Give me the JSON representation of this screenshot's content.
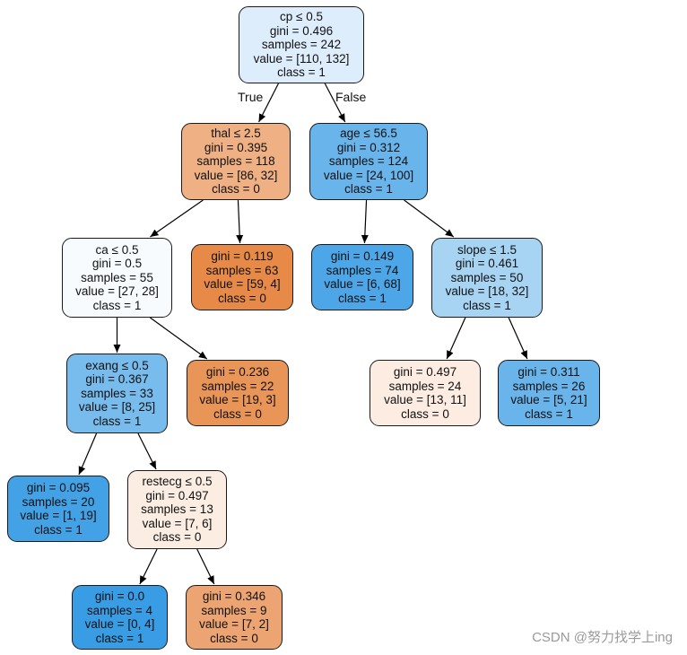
{
  "nodes": [
    {
      "id": "n0",
      "lines": [
        "cp ≤ 0.5",
        "gini = 0.496",
        "samples = 242",
        "value = [110, 132]",
        "class = 1"
      ],
      "fill": "#deedfb"
    },
    {
      "id": "n1",
      "lines": [
        "thal ≤ 2.5",
        "gini = 0.395",
        "samples = 118",
        "value = [86, 32]",
        "class = 0"
      ],
      "fill": "#efb083"
    },
    {
      "id": "n2",
      "lines": [
        "age ≤ 56.5",
        "gini = 0.312",
        "samples = 124",
        "value = [24, 100]",
        "class = 1"
      ],
      "fill": "#69b4eb"
    },
    {
      "id": "n3",
      "lines": [
        "ca ≤ 0.5",
        "gini = 0.5",
        "samples = 55",
        "value = [27, 28]",
        "class = 1"
      ],
      "fill": "#f8fbfe"
    },
    {
      "id": "n4",
      "lines": [
        "gini = 0.119",
        "samples = 63",
        "value = [59, 4]",
        "class = 0"
      ],
      "fill": "#e78a47"
    },
    {
      "id": "n5",
      "lines": [
        "gini = 0.149",
        "samples = 74",
        "value = [6, 68]",
        "class = 1"
      ],
      "fill": "#4ca6e7"
    },
    {
      "id": "n6",
      "lines": [
        "slope ≤ 1.5",
        "gini = 0.461",
        "samples = 50",
        "value = [18, 32]",
        "class = 1"
      ],
      "fill": "#a8d4f4"
    },
    {
      "id": "n7",
      "lines": [
        "exang ≤ 0.5",
        "gini = 0.367",
        "samples = 33",
        "value = [8, 25]",
        "class = 1"
      ],
      "fill": "#78bced"
    },
    {
      "id": "n8",
      "lines": [
        "gini = 0.236",
        "samples = 22",
        "value = [19, 3]",
        "class = 0"
      ],
      "fill": "#e99558"
    },
    {
      "id": "n9",
      "lines": [
        "gini = 0.497",
        "samples = 24",
        "value = [13, 11]",
        "class = 0"
      ],
      "fill": "#fcece1"
    },
    {
      "id": "n10",
      "lines": [
        "gini = 0.311",
        "samples = 26",
        "value = [5, 21]",
        "class = 1"
      ],
      "fill": "#68b4eb"
    },
    {
      "id": "n11",
      "lines": [
        "gini = 0.095",
        "samples = 20",
        "value = [1, 19]",
        "class = 1"
      ],
      "fill": "#43a2e6"
    },
    {
      "id": "n12",
      "lines": [
        "restecg ≤ 0.5",
        "gini = 0.497",
        "samples = 13",
        "value = [7, 6]",
        "class = 0"
      ],
      "fill": "#fcede3"
    },
    {
      "id": "n13",
      "lines": [
        "gini = 0.0",
        "samples = 4",
        "value = [0, 4]",
        "class = 1"
      ],
      "fill": "#399de5"
    },
    {
      "id": "n14",
      "lines": [
        "gini = 0.346",
        "samples = 9",
        "value = [7, 2]",
        "class = 0"
      ],
      "fill": "#eca572"
    }
  ],
  "edges": [
    [
      "n0",
      "n1"
    ],
    [
      "n0",
      "n2"
    ],
    [
      "n1",
      "n3"
    ],
    [
      "n1",
      "n4"
    ],
    [
      "n2",
      "n5"
    ],
    [
      "n2",
      "n6"
    ],
    [
      "n3",
      "n7"
    ],
    [
      "n3",
      "n8"
    ],
    [
      "n6",
      "n9"
    ],
    [
      "n6",
      "n10"
    ],
    [
      "n7",
      "n11"
    ],
    [
      "n7",
      "n12"
    ],
    [
      "n12",
      "n13"
    ],
    [
      "n12",
      "n14"
    ]
  ],
  "edge_labels": {
    "true_label": "True",
    "false_label": "False"
  },
  "watermark": "CSDN @努力找学上ing"
}
